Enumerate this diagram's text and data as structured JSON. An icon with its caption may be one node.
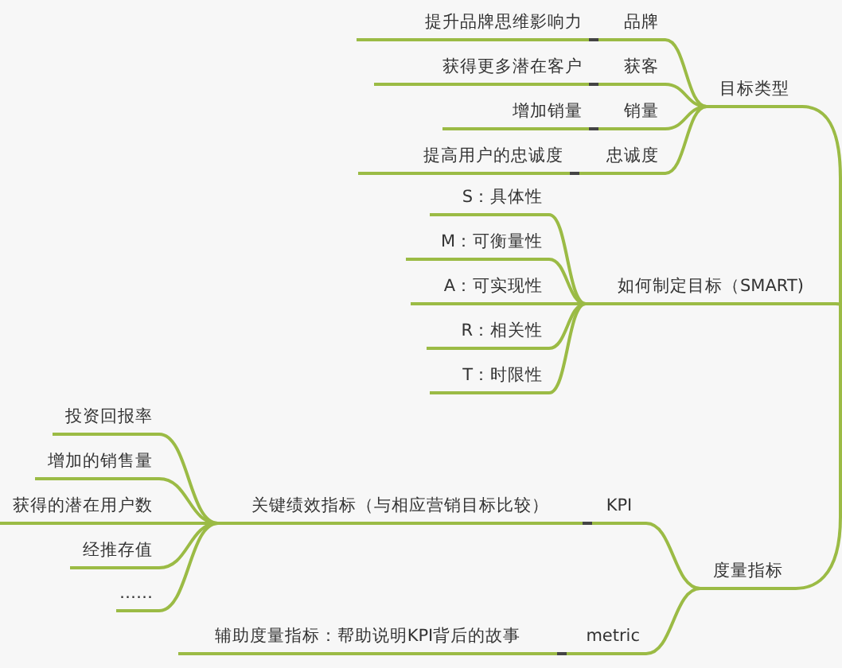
{
  "diagram": {
    "nodes": [
      {
        "text": [
          "提升品牌思维影响力"
        ]
      },
      {
        "text": [
          "品牌"
        ]
      },
      {
        "text": [
          "获得更多潜在客户"
        ]
      },
      {
        "text": [
          "获客"
        ]
      },
      {
        "text": [
          "增加销量"
        ]
      },
      {
        "text": [
          "销量"
        ]
      },
      {
        "text": [
          "提高用户的忠诚度"
        ]
      },
      {
        "text": [
          "忠诚度"
        ]
      },
      {
        "text": [
          "目标类型"
        ]
      },
      {
        "text": [
          "S：具体性"
        ]
      },
      {
        "text": [
          "M：可衡量性"
        ]
      },
      {
        "text": [
          "A：可实现性"
        ]
      },
      {
        "text": [
          "R：相关性"
        ]
      },
      {
        "text": [
          "T：时限性"
        ]
      },
      {
        "text": [
          "如何制定目标（SMART)"
        ]
      },
      {
        "text": [
          "投资回报率"
        ]
      },
      {
        "text": [
          "增加的销售量"
        ]
      },
      {
        "text": [
          "获得的潜在用户数"
        ]
      },
      {
        "text": [
          "经推存值"
        ]
      },
      {
        "text": [
          "……"
        ]
      },
      {
        "text": [
          "关键绩效指标（与相应营销目标比较）"
        ]
      },
      {
        "text": [
          "KPI"
        ]
      },
      {
        "text": [
          "度量指标"
        ]
      },
      {
        "text": [
          "辅助度量指标：帮助说明KPI背后的故事"
        ]
      },
      {
        "text": [
          "metric"
        ]
      }
    ],
    "edges": [
      {
        "from": null,
        "to": 8,
        "arrow": "none"
      },
      {
        "from": null,
        "to": 14,
        "arrow": "none"
      },
      {
        "from": null,
        "to": 22,
        "arrow": "none"
      },
      {
        "from": 8,
        "to": 1,
        "arrow": "none"
      },
      {
        "from": 8,
        "to": 3,
        "arrow": "none"
      },
      {
        "from": 8,
        "to": 5,
        "arrow": "none"
      },
      {
        "from": 8,
        "to": 7,
        "arrow": "none"
      },
      {
        "from": 1,
        "to": 0,
        "arrow": "none",
        "color": "#444444"
      },
      {
        "from": 3,
        "to": 2,
        "arrow": "none",
        "color": "#444444"
      },
      {
        "from": 5,
        "to": 4,
        "arrow": "none",
        "color": "#444444"
      },
      {
        "from": 7,
        "to": 6,
        "arrow": "none",
        "color": "#444444"
      },
      {
        "from": 14,
        "to": 9,
        "arrow": "none"
      },
      {
        "from": 14,
        "to": 10,
        "arrow": "none"
      },
      {
        "from": 14,
        "to": 11,
        "arrow": "none"
      },
      {
        "from": 14,
        "to": 12,
        "arrow": "none"
      },
      {
        "from": 14,
        "to": 13,
        "arrow": "none"
      },
      {
        "from": 22,
        "to": 21,
        "arrow": "none"
      },
      {
        "from": 21,
        "to": 20,
        "arrow": "none",
        "color": "#444444"
      },
      {
        "from": 20,
        "to": 15,
        "arrow": "none"
      },
      {
        "from": 20,
        "to": 16,
        "arrow": "none"
      },
      {
        "from": 20,
        "to": 17,
        "arrow": "none"
      },
      {
        "from": 20,
        "to": 18,
        "arrow": "none"
      },
      {
        "from": 20,
        "to": 19,
        "arrow": "none"
      },
      {
        "from": 22,
        "to": 24,
        "arrow": "none"
      },
      {
        "from": 24,
        "to": 23,
        "arrow": "none",
        "color": "#444444"
      }
    ]
  }
}
